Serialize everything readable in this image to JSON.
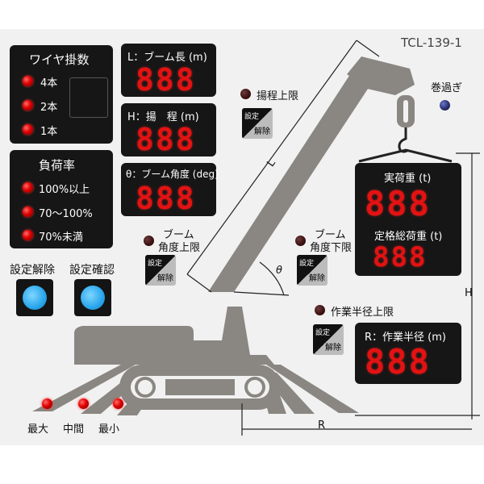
{
  "model": "TCL-139-1",
  "wire_panel": {
    "title": "ワイヤ掛数",
    "items": [
      "4本",
      "2本",
      "1本"
    ]
  },
  "load_rate_panel": {
    "title": "負荷率",
    "items": [
      "100%以上",
      "70～100%",
      "70%未満"
    ]
  },
  "buttons": {
    "release": "設定解除",
    "confirm": "設定確認"
  },
  "boom_length": {
    "title": "L：ブーム長 (m)",
    "value": "888"
  },
  "lift_height": {
    "title": "H：揚　程 (m)",
    "value": "888"
  },
  "boom_angle": {
    "title": "θ：ブーム角度 (deg)",
    "value": "888"
  },
  "hoist_limit": {
    "label": "揚程上限",
    "set": "設定",
    "release": "解除"
  },
  "overwind": {
    "label": "巻過ぎ"
  },
  "boom_upper": {
    "label_line1": "ブーム",
    "label_line2": "角度上限",
    "set": "設定",
    "release": "解除"
  },
  "boom_lower": {
    "label_line1": "ブーム",
    "label_line2": "角度下限",
    "set": "設定",
    "release": "解除"
  },
  "load_display": {
    "actual_title": "実荷重 (t)",
    "actual_value": "888",
    "rated_title": "定格総荷重 (t)",
    "rated_value": "888"
  },
  "radius_limit": {
    "label": "作業半径上限",
    "set": "設定",
    "release": "解除"
  },
  "radius_display": {
    "title": "R：作業半径 (m)",
    "value": "888"
  },
  "outriggers": {
    "items": [
      "最大",
      "中間",
      "最小"
    ]
  },
  "diagram": {
    "L": "L",
    "H": "H",
    "R": "R",
    "theta": "θ"
  },
  "colors": {
    "led_red": "#e00000",
    "segment": "#e31212",
    "crane_gray": "#8a8782",
    "button_blue": "#29a6ec",
    "panel": "#f1f1f1"
  }
}
